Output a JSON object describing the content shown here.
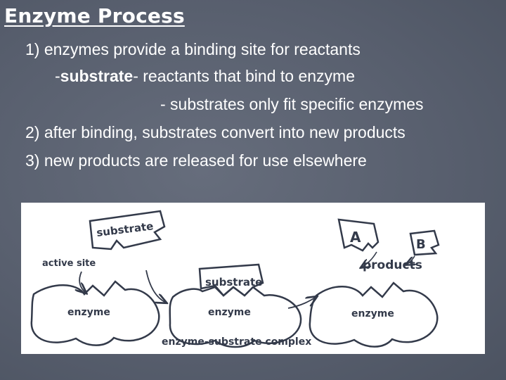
{
  "slide": {
    "title": "Enzyme Process",
    "line1": "1) enzymes provide a binding site for reactants",
    "line2_prefix": "-",
    "line2_bold": "substrate",
    "line2_rest": "- reactants that bind to enzyme",
    "line3": "- substrates only fit specific enzymes",
    "line4": "2) after binding, substrates convert into new products",
    "line5": "3) new products are released for use elsewhere"
  },
  "diagram": {
    "substrate_label": "substrate",
    "active_site_label": "active site",
    "enzyme_label_1": "enzyme",
    "bound_substrate_label": "substrate",
    "enzyme_label_2": "enzyme",
    "complex_label": "enzyme-substrate complex",
    "product_a_label": "A",
    "product_b_label": "B",
    "products_label": "products",
    "enzyme_label_3": "enzyme"
  }
}
